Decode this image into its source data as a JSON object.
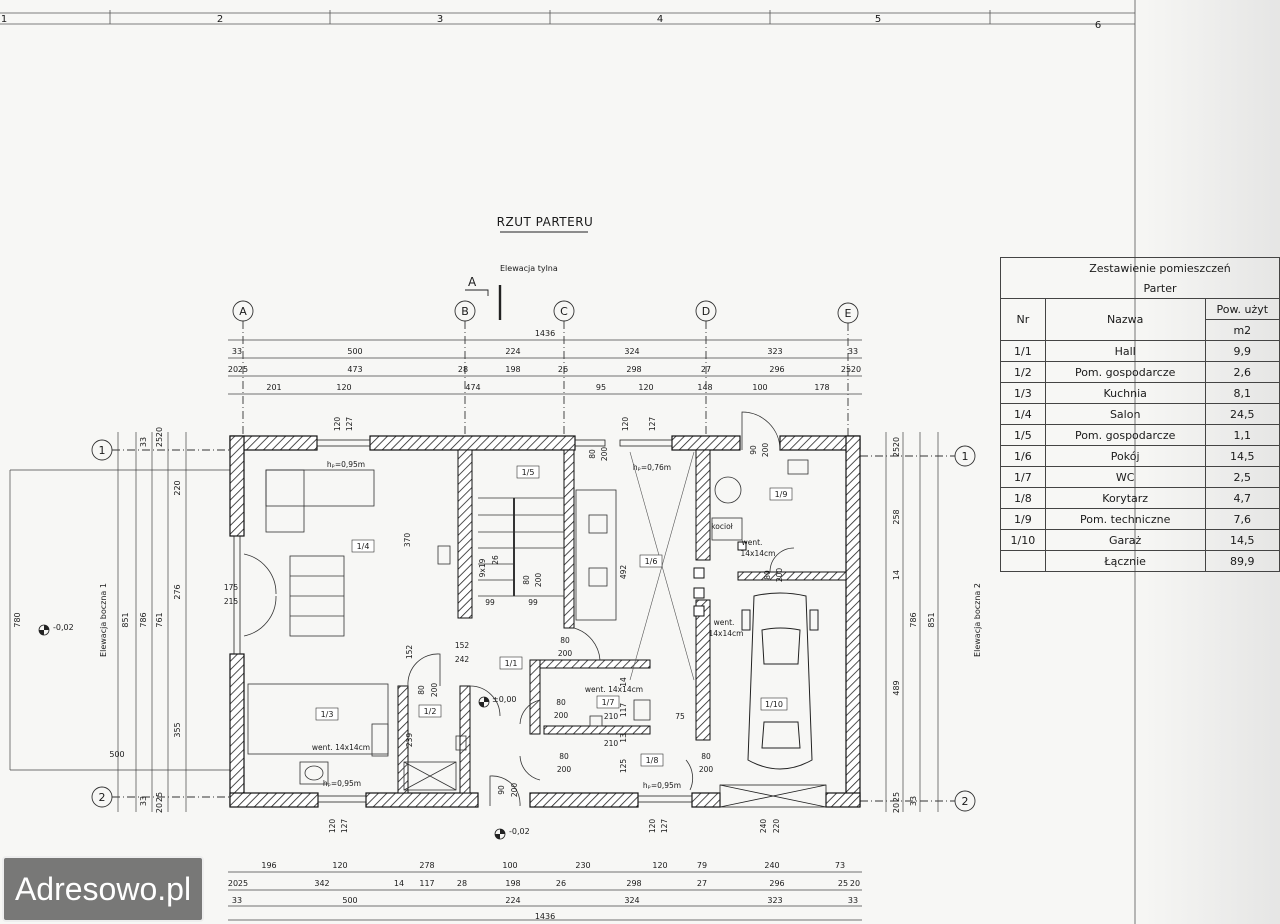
{
  "grid_numbers": [
    "1",
    "2",
    "3",
    "4",
    "5",
    "6"
  ],
  "title": "RZUT PARTERU",
  "section_mark": "A",
  "elevation_rear": "Elewacja tylna",
  "elevation_side_1": "Elewacja boczna 1",
  "elevation_side_2": "Elewacja boczna 2",
  "axes_letters": [
    "A",
    "B",
    "C",
    "D",
    "E"
  ],
  "axes_numbers": [
    "1",
    "2",
    "1",
    "2"
  ],
  "top_dims": {
    "total": "1436",
    "row1": [
      "33",
      "500",
      "224",
      "324",
      "323",
      "33"
    ],
    "row2": [
      "20",
      "25",
      "473",
      "28",
      "198",
      "26",
      "298",
      "27",
      "296",
      "25",
      "20"
    ],
    "row3": [
      "201",
      "120",
      "474",
      "95",
      "120",
      "148",
      "100",
      "178"
    ]
  },
  "bottom_dims": {
    "total": "1436",
    "row1": [
      "196",
      "120",
      "278",
      "100",
      "230",
      "120",
      "79",
      "240",
      "73"
    ],
    "row2": [
      "20",
      "25",
      "342",
      "14",
      "117",
      "28",
      "198",
      "26",
      "298",
      "27",
      "296",
      "25",
      "20"
    ],
    "row3": [
      "33",
      "500",
      "224",
      "324",
      "323",
      "33"
    ]
  },
  "left_dims": [
    "33",
    "25",
    "20",
    "220",
    "276",
    "355",
    "20",
    "25",
    "33",
    "851",
    "786",
    "761",
    "780",
    "500"
  ],
  "right_dims": [
    "25",
    "20",
    "258",
    "14",
    "489",
    "20",
    "25",
    "33",
    "786",
    "851"
  ],
  "rooms": [
    "1/1",
    "1/2",
    "1/3",
    "1/4",
    "1/5",
    "1/6",
    "1/7",
    "1/8",
    "1/9",
    "1/10"
  ],
  "plan_labels": {
    "hp1": "hₚ=0,95m",
    "hp2": "hₚ=0,76m",
    "hp3": "hₚ=0,95m",
    "hp4": "hₚ=0,95m",
    "win1_a": "120",
    "win1_b": "127",
    "win2_a": "80",
    "win2_b": "200",
    "win3_a": "120",
    "win3_b": "127",
    "door_d_a": "90",
    "door_d_b": "200",
    "win_left_a": "175",
    "win_left_b": "215",
    "d370": "370",
    "d152a": "152",
    "d152b": "152",
    "d242": "242",
    "d492": "492",
    "stair_a": "9x19",
    "stair_b": "26",
    "d99a": "99",
    "d99b": "99",
    "d80_200_a": "80",
    "d80_200_b": "200",
    "d80_200_c": "80",
    "d80_200_d": "200",
    "d80_200_e": "80",
    "d80_200_f": "200",
    "d80_200_g": "80",
    "d80_200_h": "200",
    "d80_200_i": "80",
    "d80_200_j": "200",
    "d80_200_k": "80",
    "d80_200_l": "200",
    "d80_200_m": "80",
    "d80_200_n": "200",
    "d239": "239",
    "d14": "14",
    "d117": "117",
    "d210a": "210",
    "d210b": "210",
    "d13": "13",
    "d75": "75",
    "d125": "125",
    "d90_200_a": "90",
    "d90_200_b": "200",
    "d120_127_a": "120",
    "d120_127_b": "127",
    "d120_127_c": "120",
    "d120_127_d": "127",
    "d240_220_a": "240",
    "d240_220_b": "220",
    "level_0": "±0,00",
    "level_m": "-0,02",
    "level_left": "-0,02",
    "kociol": "kocioł",
    "went1": "went. 14x14cm",
    "went2a": "went.",
    "went2b": "14x14cm",
    "went3a": "went.",
    "went3b": "14x14cm",
    "went4": "went. 14x14cm"
  },
  "table": {
    "title": "Zestawienie pomieszczeń",
    "subtitle": "Parter",
    "col_nr": "Nr",
    "col_name": "Nazwa",
    "col_area": "Pow. użyt",
    "col_unit": "m2",
    "rows": [
      {
        "nr": "1/1",
        "name": "Hall",
        "area": "9,9"
      },
      {
        "nr": "1/2",
        "name": "Pom. gospodarcze",
        "area": "2,6"
      },
      {
        "nr": "1/3",
        "name": "Kuchnia",
        "area": "8,1"
      },
      {
        "nr": "1/4",
        "name": "Salon",
        "area": "24,5"
      },
      {
        "nr": "1/5",
        "name": "Pom. gospodarcze",
        "area": "1,1"
      },
      {
        "nr": "1/6",
        "name": "Pokój",
        "area": "14,5"
      },
      {
        "nr": "1/7",
        "name": "WC",
        "area": "2,5"
      },
      {
        "nr": "1/8",
        "name": "Korytarz",
        "area": "4,7"
      },
      {
        "nr": "1/9",
        "name": "Pom. techniczne",
        "area": "7,6"
      },
      {
        "nr": "1/10",
        "name": "Garaż",
        "area": "14,5"
      }
    ],
    "total_label": "Łącznie",
    "total_area": "89,9"
  },
  "watermark": "Adresowo.pl"
}
